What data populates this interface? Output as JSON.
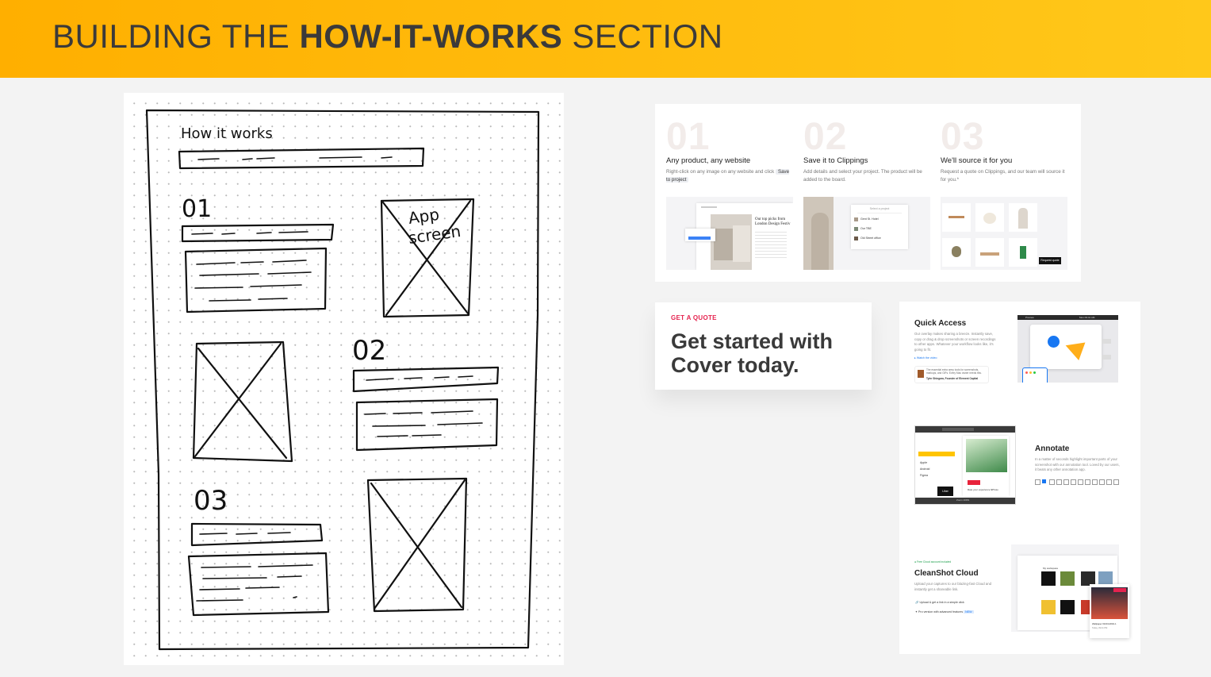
{
  "header": {
    "title_pre": "BUILDING THE ",
    "title_bold": "HOW-IT-WORKS",
    "title_post": " SECTION"
  },
  "sketch": {
    "heading": "How it works",
    "step1": "01",
    "step2": "02",
    "step3": "03",
    "label_line1": "App",
    "label_line2": "screen"
  },
  "steps": [
    {
      "num": "01",
      "title": "Any product, any website",
      "desc": "Right-click on any image on any website and click",
      "chip": "Save to project",
      "thumb_caption": "Our top picks from London Design Festiv"
    },
    {
      "num": "02",
      "title": "Save it to Clippings",
      "desc": "Add details and select your project. The product will be added to the board.",
      "thumb_search": "Select a project",
      "thumb_rows": [
        "Gent St. Hotel",
        "Our TBE",
        "Old Street office"
      ]
    },
    {
      "num": "03",
      "title": "We'll source it for you",
      "desc": "Request a quote on Clippings, and our team will source it for you.*",
      "thumb_button": "Request quote"
    }
  ],
  "quote": {
    "eyebrow": "GET A QUOTE",
    "headline": "Get started with Cover today."
  },
  "features": [
    {
      "title": "Quick Access",
      "desc": "Our overlay makes sharing a breeze. Instantly save, copy or drag & drop screenshots or screen recordings to other apps. Whatever your workflow looks like, it's going to fit.",
      "link": "Watch the video",
      "quote_text": "The essential extra army tools for screenshots, markups, and GIFs. Every Mac owner needs this.",
      "quote_author": "Tyler Shingara, Founder of Element Capital",
      "menubar": "Preview",
      "menubar_time": "Mon 09:41 AM"
    },
    {
      "title": "Annotate",
      "desc": "In a matter of seconds highlight important parts of your screenshot with our annotation tool. Loved by our users, it beats any other annotation app.",
      "tags": [
        "Apple",
        "Android",
        "Figma"
      ],
      "badge": "Uber",
      "caption": "Rate your experience $Photo",
      "zoom": "Zoom 100%"
    },
    {
      "title": "CleanShot Cloud",
      "pill": "Free Cloud account included",
      "desc": "Upload your captures to our blazing-fast Cloud and instantly get a shareable link.",
      "bullets": [
        "Upload & get a link in a simple click",
        "Pro version with advanced features"
      ],
      "pro_badge": "NEW",
      "gallery_title": "My workspace",
      "card_caption": "Wallpaper #1001/2002-1",
      "card_meta": "Today, 09:41 PM"
    }
  ],
  "colors": {
    "accent_orange": "#ffb800",
    "quote_red": "#e5234f",
    "blue": "#1877f2",
    "yellow": "#ffc400"
  }
}
